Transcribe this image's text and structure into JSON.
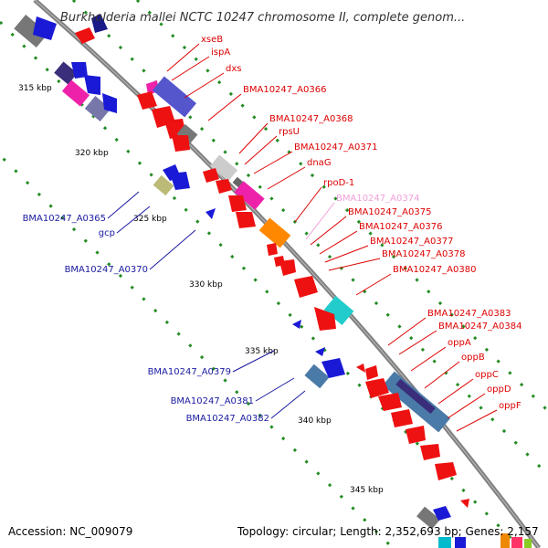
{
  "title": "Burkholderia mallei NCTC 10247 chromosome II, complete genom...",
  "accession": "Accession: NC_009079",
  "topology": "Topology: circular; Length: 2,352,693 bp; Genes: 2,157",
  "colors": {
    "forward_label": "#dd0000",
    "reverse_label": "#1a1aa0",
    "faded_label": "#f0a0d8",
    "backbone": "#888888",
    "tick_dot": "#228b22"
  },
  "ticks": [
    "315 kbp",
    "320 kbp",
    "325 kbp",
    "330 kbp",
    "335 kbp",
    "340 kbp",
    "345 kbp"
  ],
  "labels_forward": [
    "xseB",
    "ispA",
    "dxs",
    "BMA10247_A0366",
    "BMA10247_A0368",
    "rpsU",
    "BMA10247_A0371",
    "dnaG",
    "rpoD-1",
    "BMA10247_A0374",
    "BMA10247_A0375",
    "BMA10247_A0376",
    "BMA10247_A0377",
    "BMA10247_A0378",
    "BMA10247_A0380",
    "BMA10247_A0383",
    "BMA10247_A0384",
    "oppA",
    "oppB",
    "oppC",
    "oppD",
    "oppF"
  ],
  "labels_reverse": [
    "BMA10247_A0365",
    "gcp",
    "BMA10247_A0370",
    "BMA10247_A0379",
    "BMA10247_A0381",
    "BMA10247_A0382"
  ]
}
